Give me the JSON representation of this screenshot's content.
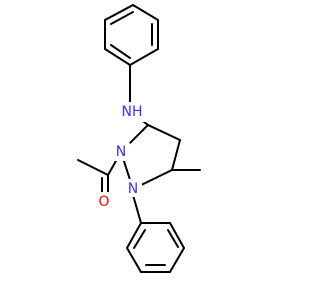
{
  "molecule": {
    "atoms": {
      "nh": {
        "label": "NH",
        "color": "#3333ff"
      },
      "n1": {
        "label": "N",
        "color": "#3333ff"
      },
      "n2": {
        "label": "N",
        "color": "#3333ff"
      },
      "o": {
        "label": "O",
        "color": "#ff0000"
      }
    }
  }
}
